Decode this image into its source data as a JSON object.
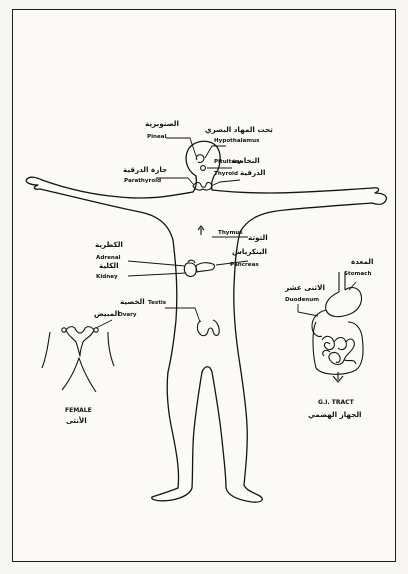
{
  "labels": {
    "pineal": {
      "en": "Pineal",
      "ar": "الصنوبرية"
    },
    "hypothalamus": {
      "en": "Hypothalamus",
      "ar": "تحت المهاد البصري"
    },
    "parathyroid": {
      "en": "Parathyroid",
      "ar": "جارة الدرقية"
    },
    "pituitary": {
      "en": "Pituitary",
      "ar": "النخامية"
    },
    "thyroid": {
      "en": "Thyroid",
      "ar": "الدرقية"
    },
    "thymus": {
      "en": "Thymus",
      "ar": "التوتة"
    },
    "adrenal": {
      "en": "Adrenal",
      "ar": "الكظرية"
    },
    "kidney": {
      "en": "Kidney",
      "ar": "الكلية"
    },
    "pancreas": {
      "en": "Pancreas",
      "ar": "البنكرياس"
    },
    "stomach": {
      "en": "Stomach",
      "ar": "المعدة"
    },
    "duodenum": {
      "en": "Duodenum",
      "ar": "الاثنى عشر"
    },
    "testis": {
      "en": "Testis",
      "ar": "الخصية"
    },
    "ovary": {
      "en": "Ovary",
      "ar": "المبيض"
    }
  },
  "captions": {
    "female": {
      "en": "FEMALE",
      "ar": "الأنثى"
    },
    "gi_tract": {
      "en": "G.I. TRACT",
      "ar": "الجهاز الهضمي"
    }
  }
}
